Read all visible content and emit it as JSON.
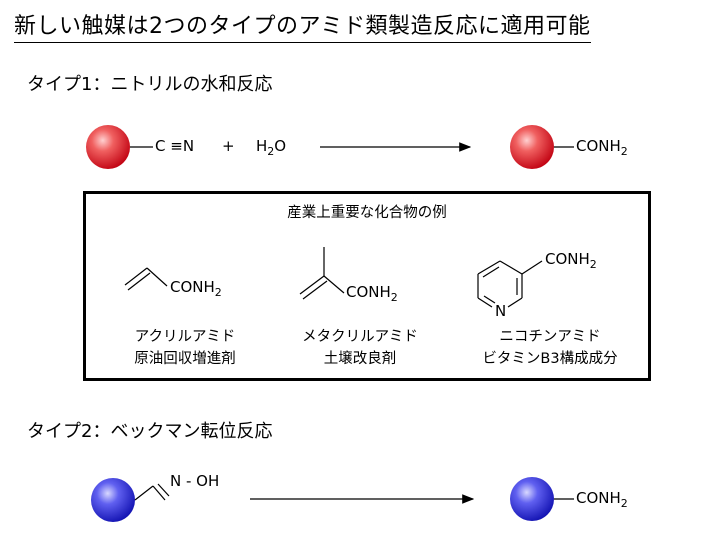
{
  "title": "新しい触媒は2つのタイプのアミド類製造反応に適用可能",
  "type1": {
    "heading": "タイプ1：ニトリルの水和反応",
    "reactant_c": "C",
    "reactant_triple": "≡",
    "reactant_n": "N",
    "plus": "+",
    "water_h": "H",
    "water_sub": "2",
    "water_o": "O",
    "product_conh": "CONH",
    "product_sub": "2"
  },
  "examples": {
    "heading": "産業上重要な化合物の例",
    "items": [
      {
        "formula": "CONH",
        "sub": "2",
        "name": "アクリルアミド",
        "use": "原油回収増進剤"
      },
      {
        "formula": "CONH",
        "sub": "2",
        "name": "メタクリルアミド",
        "use": "土壌改良剤"
      },
      {
        "formula": "CONH",
        "sub": "2",
        "ring_n": "N",
        "name": "ニコチンアミド",
        "use": "ビタミンB3構成成分"
      }
    ]
  },
  "type2": {
    "heading": "タイプ2：ベックマン転位反応",
    "oxime": "N - OH",
    "product_conh": "CONH",
    "product_sub": "2"
  },
  "colors": {
    "red_sphere": "#e8222a",
    "blue_sphere": "#2020e0"
  }
}
